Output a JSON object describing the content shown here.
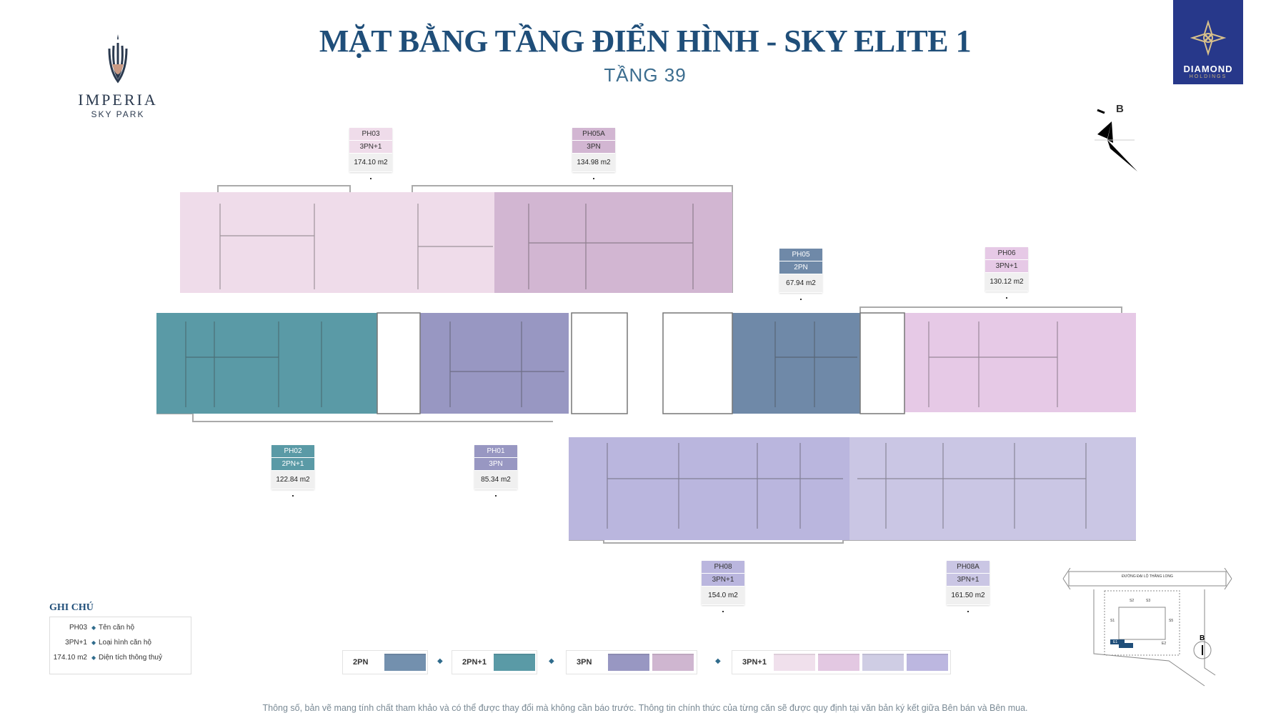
{
  "header": {
    "title": "MẶT BẰNG TẦNG ĐIỂN HÌNH - SKY ELITE 1",
    "subtitle": "TẦNG 39"
  },
  "logos": {
    "imperia_name": "IMPERIA",
    "imperia_sub": "SKY PARK",
    "diamond_name": "DIAMOND",
    "diamond_sub": "HOLDINGS"
  },
  "compass": {
    "label": "B"
  },
  "units": [
    {
      "id": "PH03",
      "type": "3PN+1",
      "area": "174.10 m2",
      "color": "#efdcea"
    },
    {
      "id": "PH05A",
      "type": "3PN",
      "area": "134.98 m2",
      "color": "#d2b6d2"
    },
    {
      "id": "PH05",
      "type": "2PN",
      "area": "67.94 m2",
      "color": "#6f89a8"
    },
    {
      "id": "PH06",
      "type": "3PN+1",
      "area": "130.12 m2",
      "color": "#e6c9e6"
    },
    {
      "id": "PH02",
      "type": "2PN+1",
      "area": "122.84 m2",
      "color": "#5a9aa6"
    },
    {
      "id": "PH01",
      "type": "3PN",
      "area": "85.34 m2",
      "color": "#9897c2"
    },
    {
      "id": "PH08",
      "type": "3PN+1",
      "area": "154.0 m2",
      "color": "#bab6de"
    },
    {
      "id": "PH08A",
      "type": "3PN+1",
      "area": "161.50 m2",
      "color": "#cac6e4"
    }
  ],
  "notes": {
    "title": "GHI CHÚ",
    "rows": [
      {
        "k": "PH03",
        "v": "Tên căn hộ"
      },
      {
        "k": "3PN+1",
        "v": "Loại hình căn hộ"
      },
      {
        "k": "174.10 m2",
        "v": "Diện tích thông thuỷ"
      }
    ]
  },
  "legend": [
    {
      "label": "2PN",
      "colors": [
        "#7390ae"
      ]
    },
    {
      "label": "2PN+1",
      "colors": [
        "#5a9aa6"
      ]
    },
    {
      "label": "3PN",
      "colors": [
        "#9897c2",
        "#cfb6d0"
      ]
    },
    {
      "label": "3PN+1",
      "colors": [
        "#f0e0ec",
        "#e3c8e2",
        "#cfcde4",
        "#bcb7e0"
      ]
    }
  ],
  "sitemap": {
    "road": "ĐƯỜNG ĐẠI LỘ THĂNG LONG",
    "buildings": [
      "S1",
      "S2",
      "S3",
      "S5",
      "E1",
      "E2"
    ],
    "compass": "B"
  },
  "footer": "Thông số, bản vẽ mang tính chất tham khảo và có thể được thay đổi mà không cần báo trước. Thông tin chính thức của từng căn sẽ được quy định tại văn bản ký kết giữa Bên bán và Bên mua."
}
